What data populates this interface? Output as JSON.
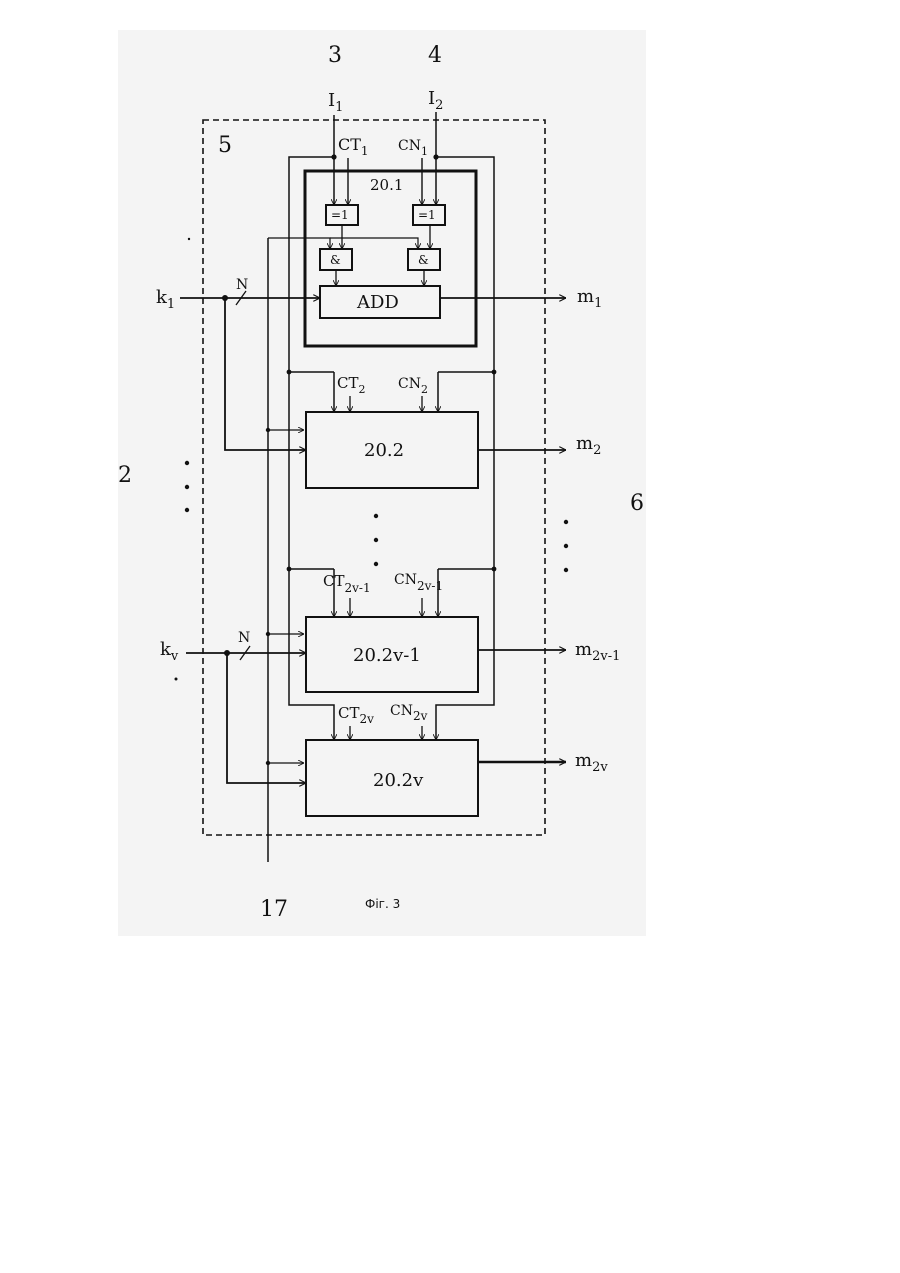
{
  "labels": {
    "ref_3": "3",
    "ref_4": "4",
    "ref_5": "5",
    "ref_2": "2",
    "ref_6": "6",
    "ref_17": "17",
    "caption": "Фіг. 3",
    "i1": "I",
    "i1_sub": "1",
    "i2": "I",
    "i2_sub": "2",
    "k1": "k",
    "k1_sub": "1",
    "kv": "k",
    "kv_sub": "v",
    "bus_n_1": "N",
    "bus_n_2": "N"
  },
  "block_1": {
    "name": "20.1",
    "xor_1": "=1",
    "xor_2": "=1",
    "and_1": "&",
    "and_2": "&",
    "adder": "ADD",
    "ct": "CT",
    "ct_sub": "1",
    "cn": "CN",
    "cn_sub": "1",
    "out": "m",
    "out_sub": "1"
  },
  "block_2": {
    "name": "20.2",
    "ct": "CT",
    "ct_sub": "2",
    "cn": "CN",
    "cn_sub": "2",
    "out": "m",
    "out_sub": "2"
  },
  "block_3": {
    "name": "20.2v-1",
    "ct": "CT",
    "ct_sub": "2v-1",
    "cn": "CN",
    "cn_sub": "2v-1",
    "out": "m",
    "out_sub": "2v-1"
  },
  "block_4": {
    "name": "20.2v",
    "ct": "CT",
    "ct_sub": "2v",
    "cn": "CN",
    "cn_sub": "2v",
    "out": "m",
    "out_sub": "2v"
  }
}
